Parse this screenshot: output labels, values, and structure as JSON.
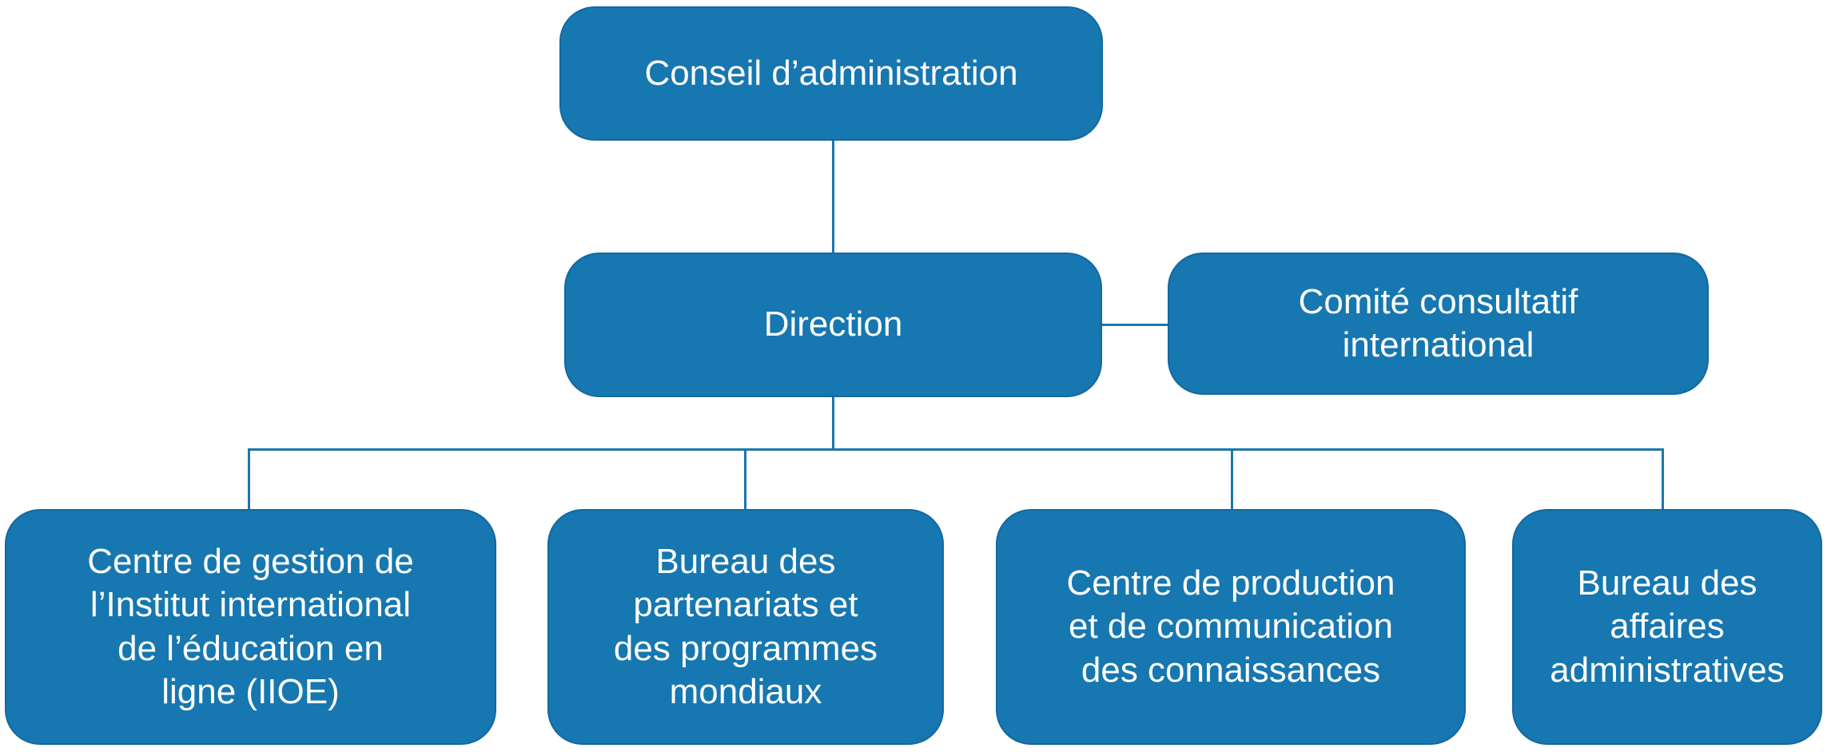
{
  "org_chart": {
    "type": "organization-chart",
    "colors": {
      "node_fill": "#1777b0",
      "node_border": "#1368a0",
      "connector": "#1b77ad",
      "label_text": "#ffffff",
      "background": "#ffffff"
    },
    "nodes": [
      {
        "id": "conseil",
        "level": 1,
        "label": "Conseil d’administration"
      },
      {
        "id": "direction",
        "level": 2,
        "label": "Direction"
      },
      {
        "id": "comite",
        "level": 2,
        "label": "Comité consultatif\ninternational"
      },
      {
        "id": "iioe",
        "level": 3,
        "label": "Centre de gestion de\nl’Institut international\nde l’éducation en\nligne (IIOE)"
      },
      {
        "id": "partenariats",
        "level": 3,
        "label": "Bureau des\npartenariats et\ndes programmes\nmondiaux"
      },
      {
        "id": "production",
        "level": 3,
        "label": "Centre de production\net de communication\ndes connaissances"
      },
      {
        "id": "affaires",
        "level": 3,
        "label": "Bureau des\naffaires\nadministratives"
      }
    ],
    "edges": [
      {
        "from": "conseil",
        "to": "direction"
      },
      {
        "from": "direction",
        "to": "comite"
      },
      {
        "from": "direction",
        "to": "iioe"
      },
      {
        "from": "direction",
        "to": "partenariats"
      },
      {
        "from": "direction",
        "to": "production"
      },
      {
        "from": "direction",
        "to": "affaires"
      }
    ]
  }
}
